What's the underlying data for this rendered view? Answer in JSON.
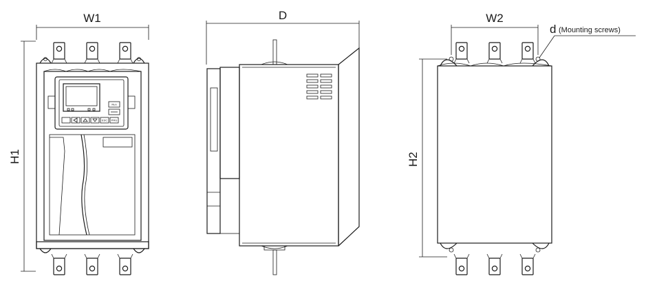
{
  "labels": {
    "w1": "W1",
    "d": "D",
    "w2": "W2",
    "h1": "H1",
    "h2": "H2",
    "mount_d": "d",
    "mount_note": "(Mounting screws)"
  },
  "keypad": {
    "key_run": "Run",
    "key_a": "ESC",
    "key_b": "PRG",
    "key_c": "STOP"
  }
}
